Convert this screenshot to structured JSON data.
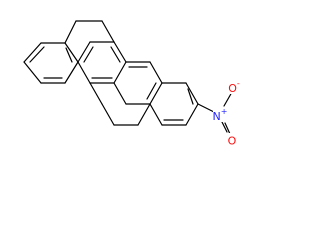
{
  "molecule": {
    "atoms": [
      {
        "symbol": "N",
        "charge": "+",
        "color": "#1f1fff"
      },
      {
        "symbol": "O",
        "charge": "-",
        "color": "#ff0d0d"
      },
      {
        "symbol": "O",
        "charge": "",
        "color": "#ff0d0d"
      }
    ]
  }
}
